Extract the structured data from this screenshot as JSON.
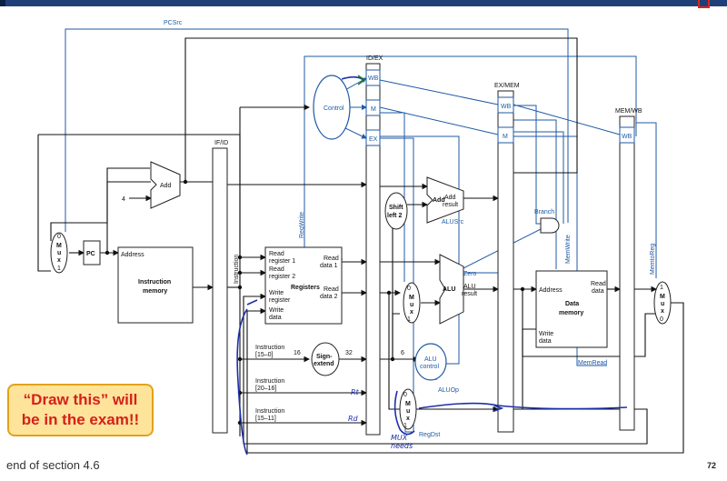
{
  "slide": {
    "callout_line1": "“Draw this” will",
    "callout_line2": "be in the exam!!",
    "footer": "end of section 4.6",
    "page_number": "72"
  },
  "diagram": {
    "signals": {
      "pcsrc": "PCSrc",
      "regwrite": "RegWrite",
      "alusrc": "ALUSrc",
      "branch": "Branch",
      "memwrite": "MemWrite",
      "memtoreg": "MemtoReg",
      "memread": "MemRead",
      "aluop": "ALUOp",
      "regdst": "RegDst",
      "zero": "Zero"
    },
    "pipeline_registers": {
      "ifid": "IF/ID",
      "idex": "ID/EX",
      "exmem": "EX/MEM",
      "memwb": "MEM/WB",
      "wb": "WB",
      "m": "M",
      "ex": "EX"
    },
    "units": {
      "control": "Control",
      "add": "Add",
      "add_result_1": "Add",
      "add_result_2": "result",
      "four": "4",
      "pc": "PC",
      "address": "Address",
      "imem_1": "Instruction",
      "imem_2": "memory",
      "instruction_vertical": "Instruction",
      "registers": "Registers",
      "read_reg1_a": "Read",
      "read_reg1_b": "register 1",
      "read_reg2_a": "Read",
      "read_reg2_b": "register 2",
      "write_reg_a": "Write",
      "write_reg_b": "register",
      "write_data_a": "Write",
      "write_data_b": "data",
      "read_data1_a": "Read",
      "read_data1_b": "data 1",
      "read_data2_a": "Read",
      "read_data2_b": "data 2",
      "shift_1": "Shift",
      "shift_2": "left 2",
      "alu": "ALU",
      "alu_result_1": "ALU",
      "alu_result_2": "result",
      "sign_1": "Sign-",
      "sign_2": "extend",
      "alu_control_1": "ALU",
      "alu_control_2": "control",
      "dmem_1": "Data",
      "dmem_2": "memory",
      "dmem_address": "Address",
      "dmem_read_1": "Read",
      "dmem_read_2": "data",
      "dmem_write_1": "Write",
      "dmem_write_2": "data",
      "instr_15_0_a": "Instruction",
      "instr_15_0_b": "[15–0]",
      "instr_20_16_a": "Instruction",
      "instr_20_16_b": "[20–16]",
      "instr_15_11_a": "Instruction",
      "instr_15_11_b": "[15–11]",
      "width_16": "16",
      "width_32": "32",
      "width_6": "6"
    },
    "mux": {
      "m": "M",
      "u": "u",
      "x": "x",
      "zero": "0",
      "one": "1"
    },
    "annotations": {
      "rt": "Rt",
      "rd": "Rd",
      "note_1": "MUX",
      "note_2": "needs"
    }
  }
}
